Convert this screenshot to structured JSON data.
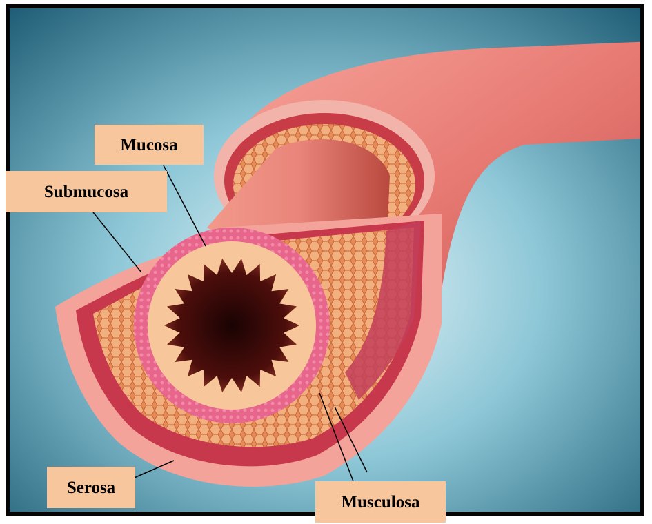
{
  "diagram": {
    "labels": {
      "mucosa": "Mucosa",
      "submucosa": "Submucosa",
      "serosa": "Serosa",
      "musculosa": "Musculosa"
    }
  }
}
